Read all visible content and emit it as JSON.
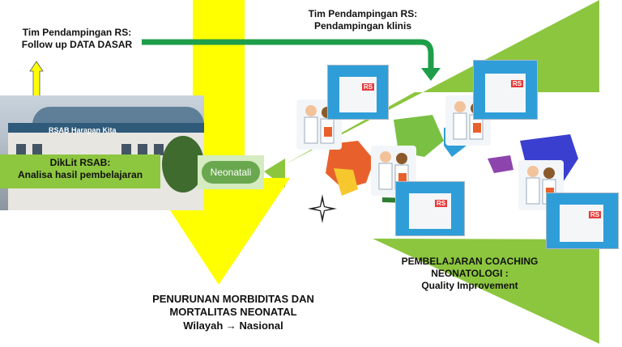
{
  "labels": {
    "follow_up": [
      "Tim Pendampingan RS:",
      "Follow up DATA DASAR"
    ],
    "clinical": [
      "Tim Pendampingan RS:",
      "Pendampingan klinis"
    ],
    "diklit": [
      "DikLit RSAB:",
      "Analisa hasil pembelajaran"
    ],
    "neonatali": "Neonatali",
    "outcome": [
      "PENURUNAN MORBIDITAS DAN",
      "MORTALITAS NEONATAL",
      "Wilayah → Nasional"
    ],
    "coaching": [
      "PEMBELAJARAN COACHING",
      "NEONATOLOGI :",
      "Quality Improvement"
    ],
    "building_sign": "RSAB Harapan Kita",
    "rs_badge": "RS"
  },
  "colors": {
    "yellow_arrow": "#ffff00",
    "green_arrow": "#1f9e4a",
    "green_band": "#8cc63f",
    "diklit_box": "#8dc63f",
    "neonatali_oval": "#6aa84f"
  },
  "icons": [
    "compass-rose-icon",
    "doctor-icon",
    "hospital-icon"
  ]
}
